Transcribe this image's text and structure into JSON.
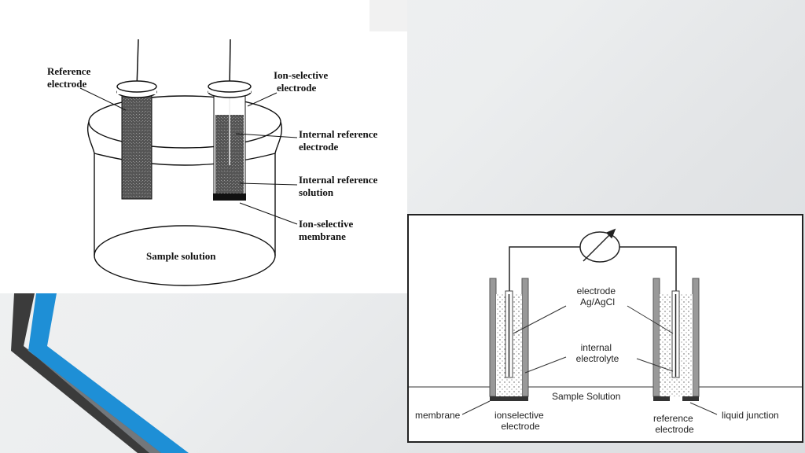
{
  "left_diagram": {
    "labels": {
      "reference_electrode": [
        "Reference",
        "electrode"
      ],
      "ion_selective_electrode": [
        "Ion-selective",
        "electrode"
      ],
      "internal_reference_electrode": [
        "Internal reference",
        "electrode"
      ],
      "internal_reference_solution": [
        "Internal reference",
        "solution"
      ],
      "ion_selective_membrane": [
        "Ion-selective",
        "membrane"
      ],
      "sample_solution": "Sample solution"
    }
  },
  "right_diagram": {
    "labels": {
      "electrode": [
        "electrode",
        "Ag/AgCl"
      ],
      "internal_electrolyte": [
        "internal",
        "electrolyte"
      ],
      "sample_solution": "Sample Solution",
      "membrane": "membrane",
      "ionselective_electrode": [
        "ionselective",
        "electrode"
      ],
      "reference_electrode": [
        "reference",
        "electrode"
      ],
      "liquid_junction": "liquid junction"
    }
  },
  "colors": {
    "accent_blue": "#1e8fd6",
    "stripe_dark": "#3b3b3b"
  }
}
